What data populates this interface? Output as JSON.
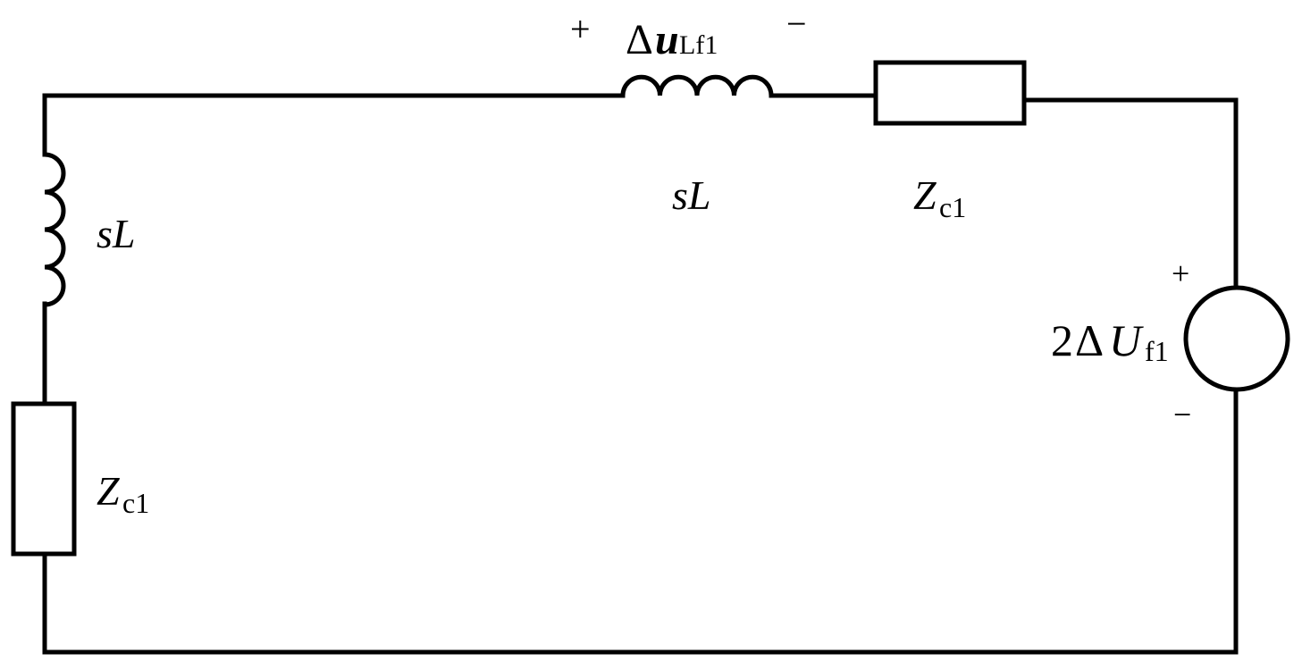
{
  "labels": {
    "top_inductor": {
      "name": "sL"
    },
    "top_inductor_voltage": {
      "plus": "+",
      "delta": "Δ",
      "var": "u",
      "sub": "Lf1",
      "minus": "−"
    },
    "top_resistor": {
      "main": "Z",
      "sub": "c1"
    },
    "left_inductor": {
      "name": "sL"
    },
    "left_resistor": {
      "main": "Z",
      "sub": "c1"
    },
    "source": {
      "coef": "2",
      "delta": "Δ",
      "var": "U",
      "sub": "f1",
      "plus": "+",
      "minus": "−"
    }
  }
}
